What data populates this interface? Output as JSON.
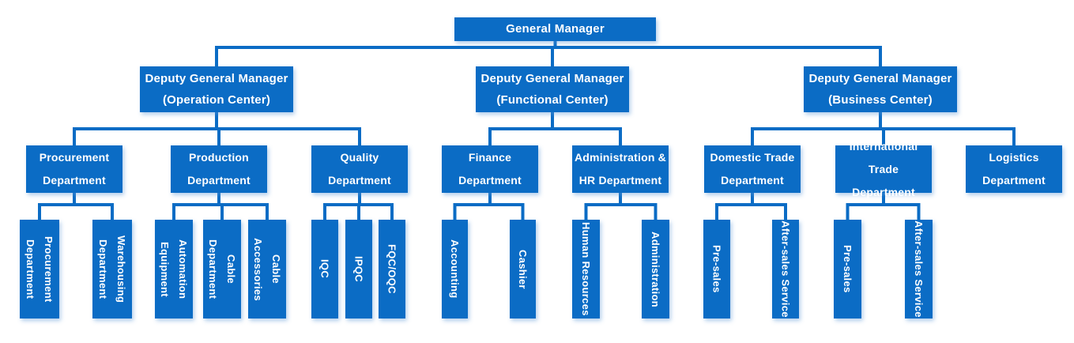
{
  "colors": {
    "node_blue": "#0b6cc5",
    "connector_blue": "#0b6cc5",
    "label_white": "#ffffff"
  },
  "org_chart": {
    "type": "org-tree",
    "root": {
      "label": "General Manager",
      "children": [
        {
          "label": "Deputy General Manager\n(Operation Center)",
          "children": [
            {
              "label": "Procurement\nDepartment",
              "children": [
                {
                  "label": "Procurement\nDepartment"
                },
                {
                  "label": "Warehousing\nDepartment"
                }
              ]
            },
            {
              "label": "Production\nDepartment",
              "children": [
                {
                  "label": "Automation\nEquipment"
                },
                {
                  "label": "Cable\nDepartment"
                },
                {
                  "label": "Cable\nAccessories"
                }
              ]
            },
            {
              "label": "Quality\nDepartment",
              "children": [
                {
                  "label": "IQC"
                },
                {
                  "label": "IPQC"
                },
                {
                  "label": "FQC/OQC"
                }
              ]
            }
          ]
        },
        {
          "label": "Deputy General Manager\n(Functional Center)",
          "children": [
            {
              "label": "Finance\nDepartment",
              "children": [
                {
                  "label": "Accounting"
                },
                {
                  "label": "Cashier"
                }
              ]
            },
            {
              "label": "Administration &\nHR Department",
              "children": [
                {
                  "label": "Human Resources"
                },
                {
                  "label": "Administration"
                }
              ]
            }
          ]
        },
        {
          "label": "Deputy General Manager\n(Business Center)",
          "children": [
            {
              "label": "Domestic Trade\nDepartment",
              "children": [
                {
                  "label": "Pre-sales"
                },
                {
                  "label": "After-sales Service"
                }
              ]
            },
            {
              "label": "International\nTrade Department",
              "children": [
                {
                  "label": "Pre-sales"
                },
                {
                  "label": "After-sales Service"
                }
              ]
            },
            {
              "label": "Logistics\nDepartment",
              "children": []
            }
          ]
        }
      ]
    }
  }
}
